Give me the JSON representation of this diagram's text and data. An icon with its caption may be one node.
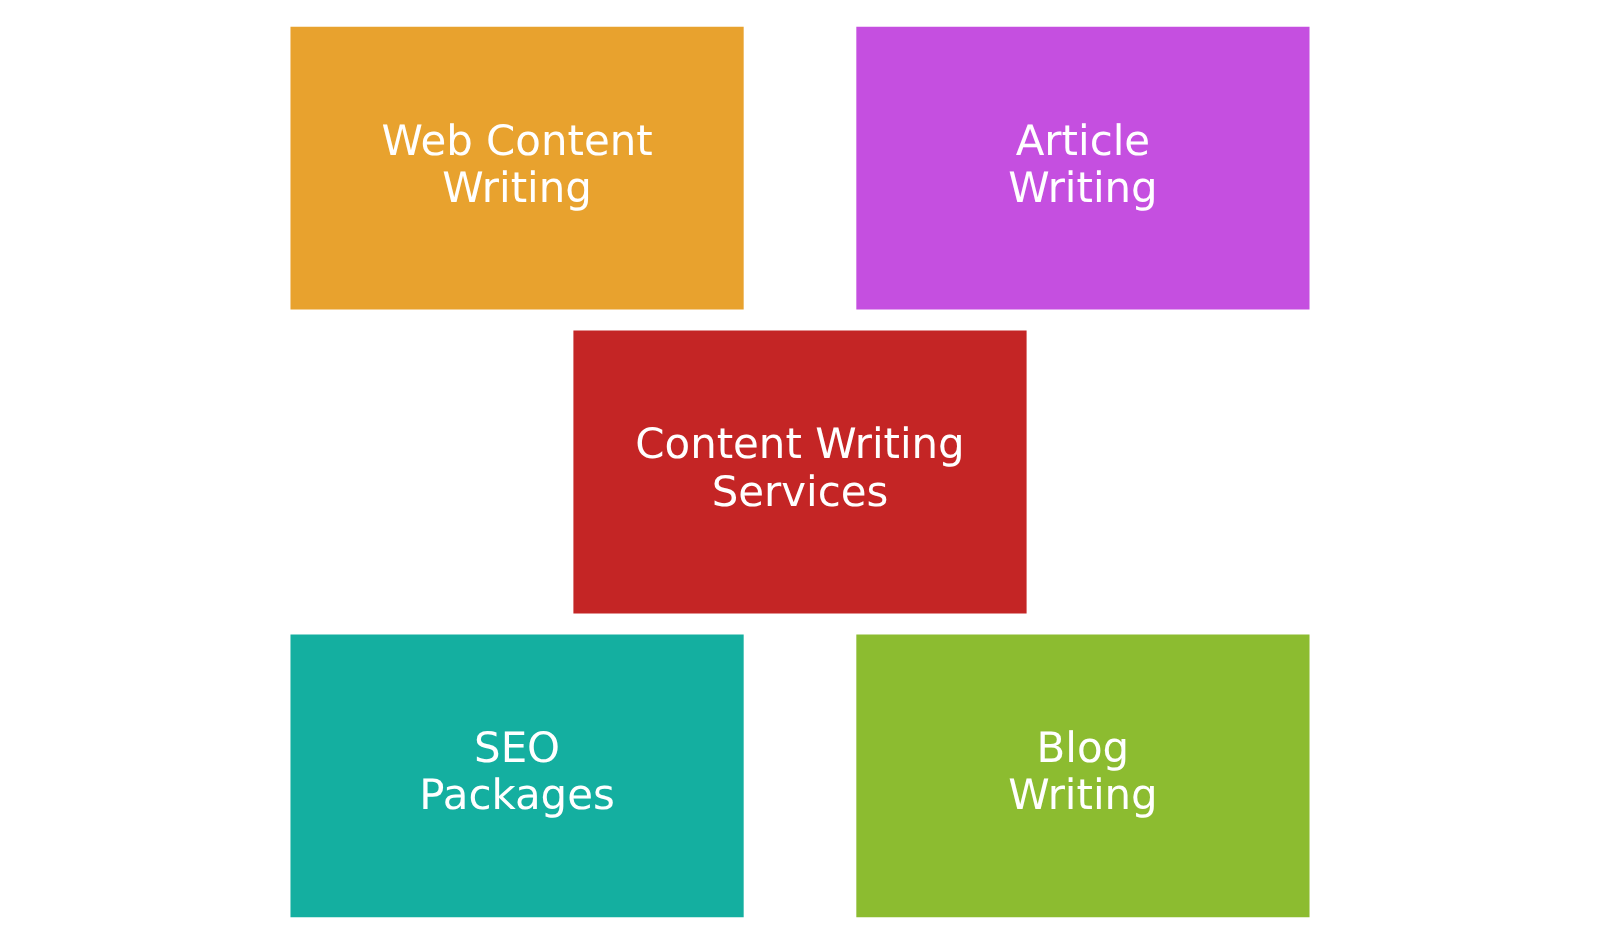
{
  "diagram": {
    "nodes": [
      {
        "text": [
          "Web Content Writing"
        ]
      },
      {
        "text": [
          "Article Writing"
        ]
      },
      {
        "text": [
          "Content Writing Services"
        ]
      },
      {
        "text": [
          "SEO Packages"
        ]
      },
      {
        "text": [
          "Blog Writing"
        ]
      }
    ]
  }
}
